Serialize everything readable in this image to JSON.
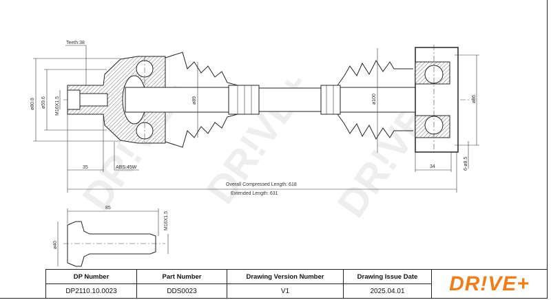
{
  "drawing": {
    "labels": {
      "teeth": "Teeth:38",
      "d80": "ø80.8",
      "d59": "ø59.6",
      "m16": "M16X1.5",
      "d89": "ø89",
      "len35": "35",
      "abs": "ABS:45W",
      "overall": "Overall Compressed Length: 618",
      "extended": "Extended Length: 631",
      "d100": "ø100",
      "d86": "ø86",
      "len34": "34",
      "holes": "6-ø8.5"
    },
    "bolt": {
      "len85": "85",
      "d40": "ø40",
      "m16": "M16X1.5"
    },
    "watermark": "DR!VE+"
  },
  "title_block": {
    "headers": [
      "DP Number",
      "Part Number",
      "Drawing Version Number",
      "Drawing Issue Date"
    ],
    "values": [
      "DP2110.10.0023",
      "DDS0023",
      "V1",
      "2025.04.01"
    ],
    "logo": "DR!VE+",
    "brand_color": "#f07d1a"
  }
}
